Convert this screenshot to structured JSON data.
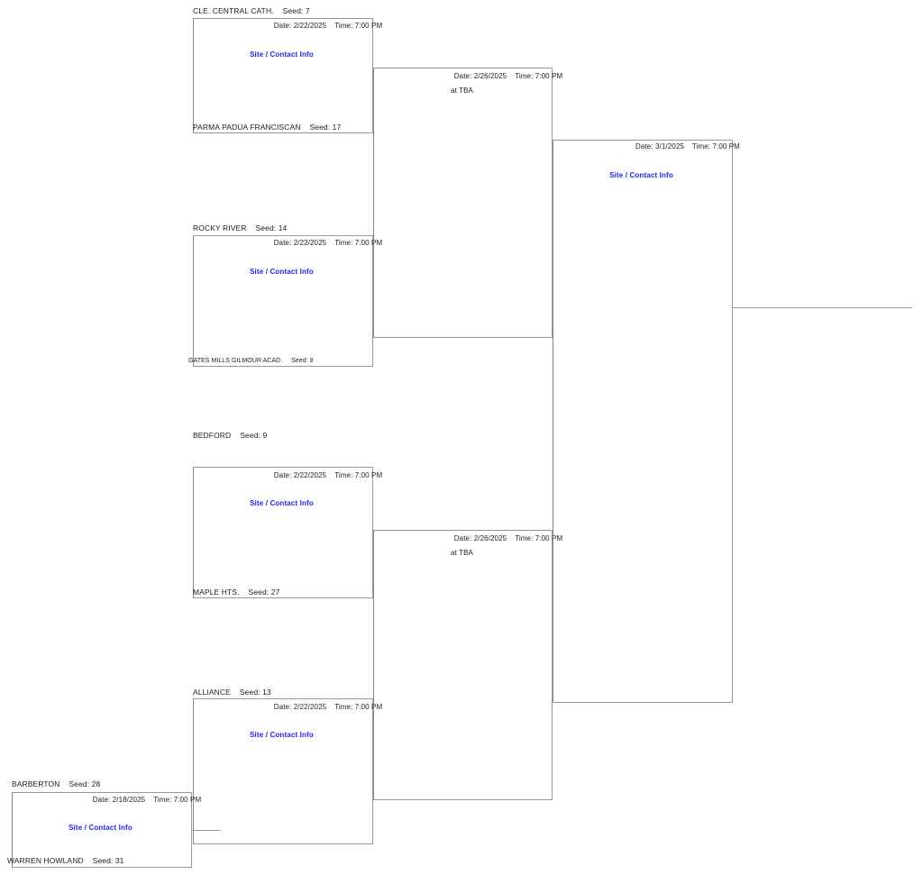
{
  "bracket": {
    "site_link_label": "Site / Contact Info",
    "date_label": "Date:",
    "time_label": "Time:",
    "rounds": [
      {
        "name": "play-in",
        "games": [
          {
            "id": "playin-1",
            "date": "Date: 2/18/2025",
            "time": "Time: 7:00 PM",
            "site_link": "Site / Contact Info",
            "top_team": "BARBERTON",
            "top_seed": "Seed: 28",
            "bottom_team": "WARREN HOWLAND",
            "bottom_seed": "Seed: 31"
          }
        ]
      },
      {
        "name": "first-round",
        "games": [
          {
            "id": "r1-g1",
            "date": "Date: 2/22/2025",
            "time": "Time: 7:00 PM",
            "site_link": "Site / Contact Info",
            "top_team": "CLE. CENTRAL CATH.",
            "top_seed": "Seed: 7",
            "bottom_team": "PARMA PADUA FRANCISCAN",
            "bottom_seed": "Seed: 17"
          },
          {
            "id": "r1-g2",
            "date": "Date: 2/22/2025",
            "time": "Time: 7:00 PM",
            "site_link": "Site / Contact Info",
            "top_team": "ROCKY RIVER",
            "top_seed": "Seed: 14",
            "bottom_team": "GATES MILLS GILMOUR ACAD.",
            "bottom_seed": "Seed: 8"
          },
          {
            "id": "r1-g3",
            "date": "Date: 2/22/2025",
            "time": "Time: 7:00 PM",
            "site_link": "Site / Contact Info",
            "top_team": "BEDFORD",
            "top_seed": "Seed: 9",
            "bottom_team": "MAPLE HTS.",
            "bottom_seed": "Seed: 27"
          },
          {
            "id": "r1-g4",
            "date": "Date: 2/22/2025",
            "time": "Time: 7:00 PM",
            "site_link": "Site / Contact Info",
            "top_team": "ALLIANCE",
            "top_seed": "Seed: 13",
            "bottom_team": "",
            "bottom_seed": ""
          }
        ]
      },
      {
        "name": "second-round",
        "games": [
          {
            "id": "r2-g1",
            "date": "Date: 2/26/2025",
            "time": "Time: 7:00 PM",
            "site": "at TBA"
          },
          {
            "id": "r2-g2",
            "date": "Date: 2/26/2025",
            "time": "Time: 7:00 PM",
            "site": "at TBA"
          }
        ]
      },
      {
        "name": "regional-final",
        "games": [
          {
            "id": "r3-g1",
            "date": "Date: 3/1/2025",
            "time": "Time: 7:00 PM",
            "site_link": "Site / Contact Info"
          }
        ]
      }
    ]
  },
  "colors": {
    "link": "#2222ee",
    "line": "#999999",
    "text": "#222222",
    "background": "#ffffff"
  }
}
